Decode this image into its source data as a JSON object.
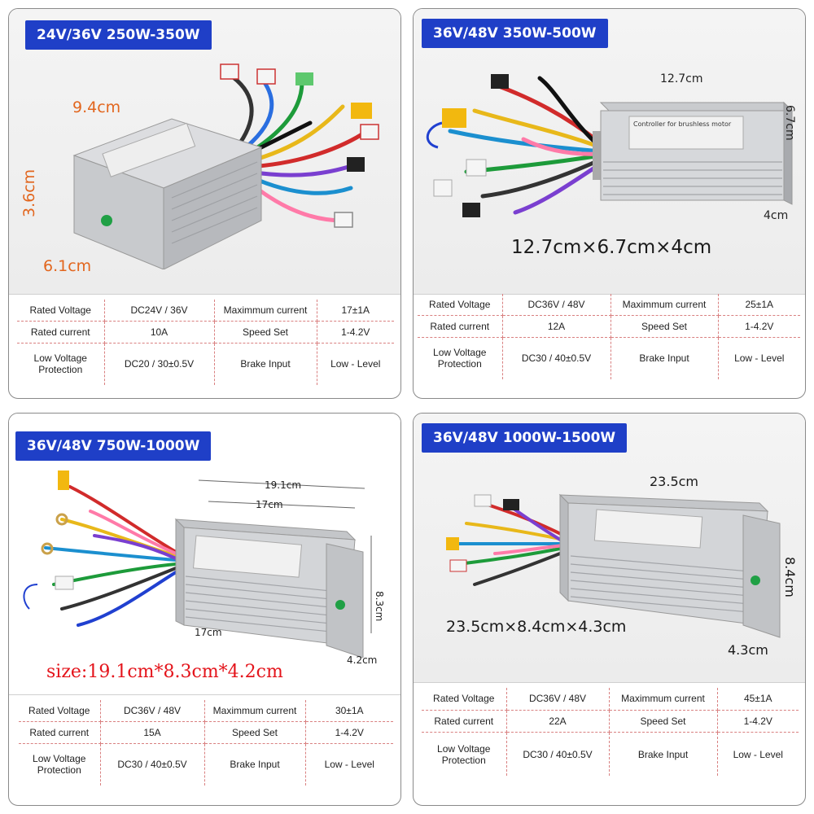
{
  "panels": [
    {
      "title": "24V/36V 250W-350W",
      "dims": [
        "9.4cm",
        "3.6cm",
        "6.1cm"
      ],
      "specs": [
        [
          "Rated Voltage",
          "DC24V / 36V",
          "Maximmum current",
          "17±1A"
        ],
        [
          "Rated current",
          "10A",
          "Speed Set",
          "1-4.2V"
        ],
        [
          "Low Voltage\nProtection",
          "DC20 / 30±0.5V",
          "Brake Input",
          "Low - Level"
        ]
      ]
    },
    {
      "title": "36V/48V 350W-500W",
      "dims": [
        "12.7cm",
        "6.7cm",
        "4cm"
      ],
      "size_text": "12.7cm×6.7cm×4cm",
      "specs": [
        [
          "Rated Voltage",
          "DC36V / 48V",
          "Maximmum current",
          "25±1A"
        ],
        [
          "Rated current",
          "12A",
          "Speed Set",
          "1-4.2V"
        ],
        [
          "Low Voltage\nProtection",
          "DC30 / 40±0.5V",
          "Brake Input",
          "Low - Level"
        ]
      ]
    },
    {
      "title": "36V/48V 750W-1000W",
      "dims": [
        "19.1cm",
        "17cm",
        "8.3cm",
        "17cm",
        "4.2cm"
      ],
      "size_text": "size:19.1cm*8.3cm*4.2cm",
      "specs": [
        [
          "Rated Voltage",
          "DC36V / 48V",
          "Maximmum current",
          "30±1A"
        ],
        [
          "Rated current",
          "15A",
          "Speed Set",
          "1-4.2V"
        ],
        [
          "Low Voltage\nProtection",
          "DC30 / 40±0.5V",
          "Brake Input",
          "Low - Level"
        ]
      ]
    },
    {
      "title": "36V/48V 1000W-1500W",
      "dims": [
        "23.5cm",
        "8.4cm",
        "4.3cm"
      ],
      "size_text": "23.5cm×8.4cm×4.3cm",
      "specs": [
        [
          "Rated Voltage",
          "DC36V / 48V",
          "Maximmum current",
          "45±1A"
        ],
        [
          "Rated current",
          "22A",
          "Speed Set",
          "1-4.2V"
        ],
        [
          "Low Voltage\nProtection",
          "DC30 / 40±0.5V",
          "Brake Input",
          "Low - Level"
        ]
      ]
    }
  ],
  "device_label": "Controller for brushless motor",
  "colors": {
    "badge": "#1f3fc7",
    "dim_orange": "#e2661e",
    "size_red": "#e4141b",
    "table_border": "#d98080"
  }
}
